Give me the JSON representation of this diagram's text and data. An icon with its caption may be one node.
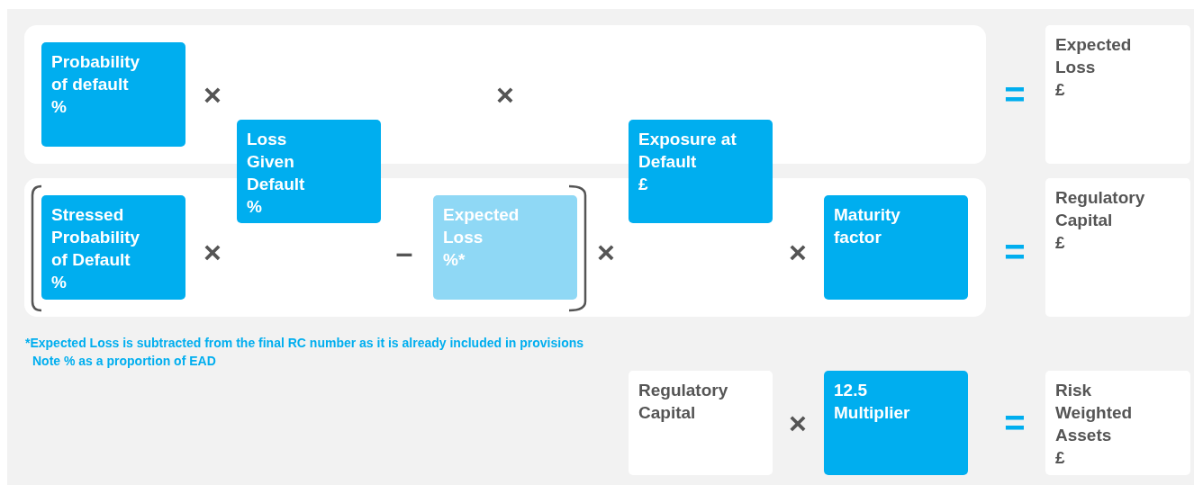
{
  "diagram": {
    "nodes": [
      {
        "text": [
          "Probability of default",
          "%"
        ]
      },
      {
        "text": [
          "Loss Given Default",
          "%"
        ]
      },
      {
        "text": [
          "Exposure at Default",
          "£"
        ]
      },
      {
        "text": [
          "Expected Loss",
          "£"
        ]
      },
      {
        "text": [
          "Stressed Probability of Default",
          "%"
        ]
      },
      {
        "text": [
          "Expected Loss",
          "%*"
        ]
      },
      {
        "text": [
          "Maturity factor"
        ]
      },
      {
        "text": [
          "Regulatory Capital",
          "£"
        ]
      },
      {
        "text": [
          "Regulatory Capital"
        ]
      },
      {
        "text": [
          "12.5 Multiplier"
        ]
      },
      {
        "text": [
          "Risk Weighted Assets",
          "£"
        ]
      }
    ],
    "edges": [],
    "labels": [
      "×",
      "×",
      "=",
      "×",
      "–",
      "×",
      "×",
      "=",
      "*Expected Loss is subtracted from the final RC number as it is already included in provisions",
      "Note % as a proportion of EAD",
      "×",
      "="
    ]
  }
}
